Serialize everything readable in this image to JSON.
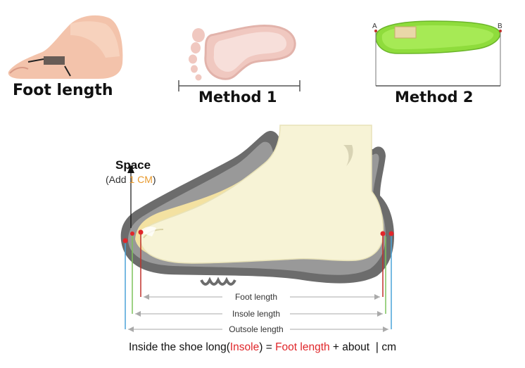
{
  "top_panels": {
    "foot_length": {
      "label": "Foot length"
    },
    "method1": {
      "label": "Method 1"
    },
    "method2": {
      "label": "Method 2",
      "point_a": "A",
      "point_b": "B"
    }
  },
  "diagram": {
    "space_label": "Space",
    "add_prefix": "(Add ",
    "add_value": "1 CM",
    "add_suffix": ")",
    "measure_lines": {
      "foot": "Foot length",
      "insole": "Insole length",
      "outsole": "Outsole length"
    }
  },
  "caption": {
    "prefix": "Inside the shoe long(",
    "insole": "Insole",
    "middle": ") = ",
    "foot_length": "Foot length",
    "suffix": " + about ❘cm"
  }
}
